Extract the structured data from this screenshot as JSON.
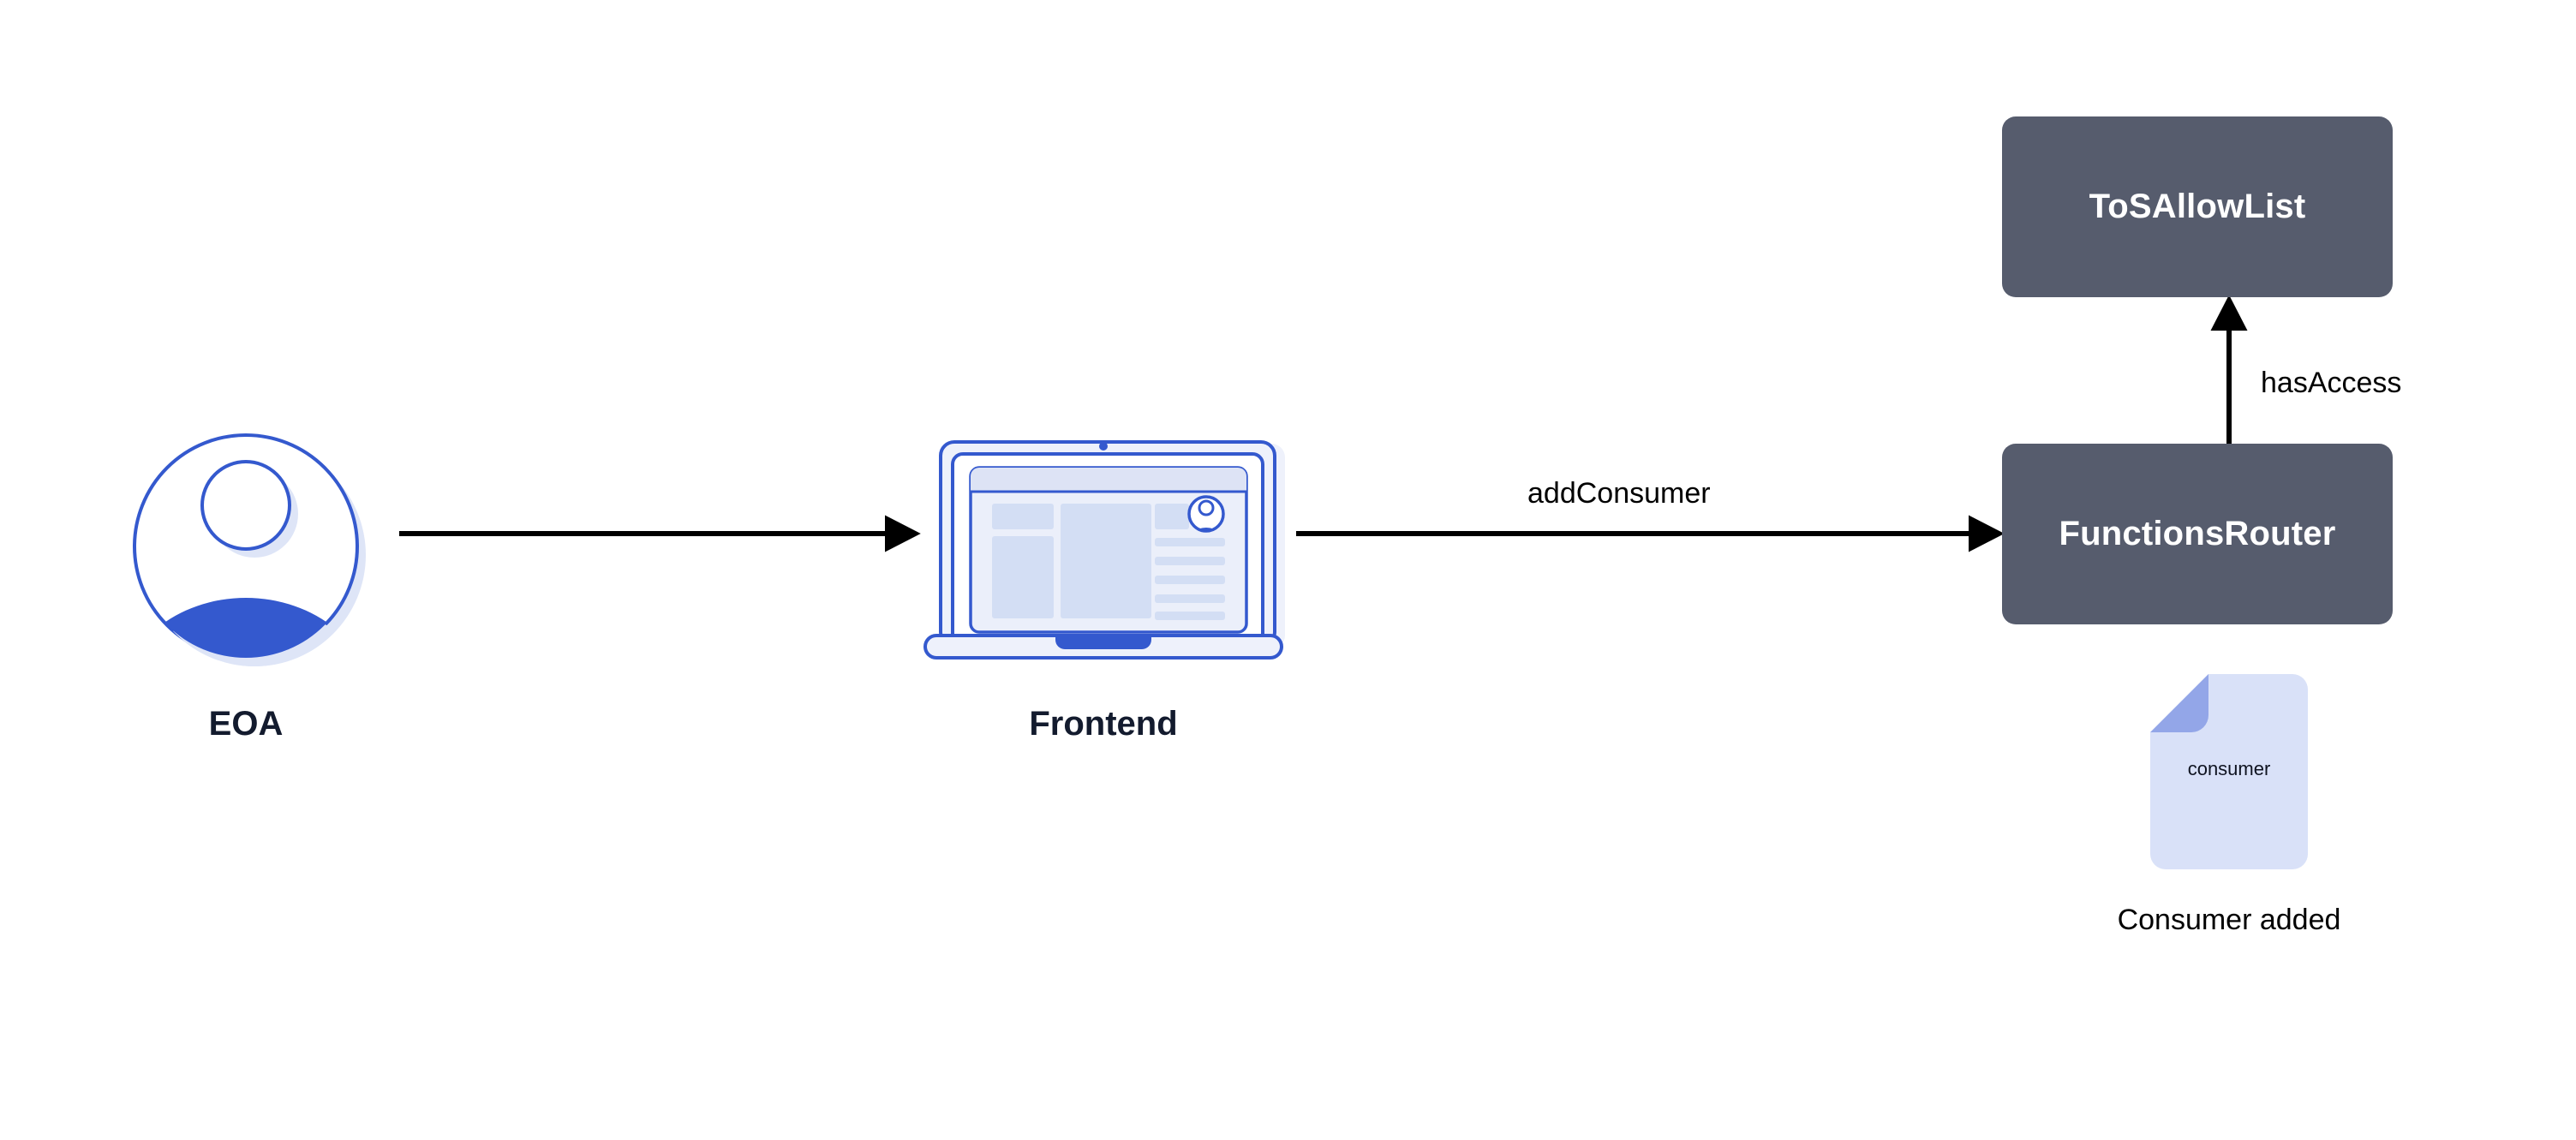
{
  "diagram": {
    "title": "Chainlink Functions addConsumer flow",
    "background_color": "#FFFFFF",
    "palette": {
      "node_fill": "#565C6D",
      "node_text": "#FFFFFF",
      "accent_blue": "#3459CE",
      "light_lavender": "#DEE5F7",
      "doc_body": "#D9E1F8",
      "doc_fold": "#93A6E8",
      "label_navy": "#131B2E",
      "arrow_black": "#000000",
      "screen_block": "#D3DEF4",
      "screen_bg": "#EBEFFA"
    }
  },
  "nodes": [
    {
      "id": "eoa",
      "kind": "actor",
      "label": "EOA",
      "icon": "user-avatar-icon"
    },
    {
      "id": "frontend",
      "kind": "component",
      "label": "Frontend",
      "icon": "laptop-icon"
    },
    {
      "id": "functions-router",
      "kind": "contract",
      "label": "FunctionsRouter",
      "fill": "#565C6D"
    },
    {
      "id": "tos-allowlist",
      "kind": "contract",
      "label": "ToSAllowList",
      "fill": "#565C6D"
    },
    {
      "id": "consumer-doc",
      "kind": "artifact",
      "label": "consumer",
      "caption": "Consumer added",
      "icon": "document-icon"
    }
  ],
  "edges": [
    {
      "id": "eoa-to-frontend",
      "from": "eoa",
      "to": "frontend",
      "label": "",
      "direction": "right",
      "style": "solid"
    },
    {
      "id": "frontend-to-router",
      "from": "frontend",
      "to": "functions-router",
      "label": "addConsumer",
      "direction": "right",
      "style": "solid"
    },
    {
      "id": "router-to-allowlist",
      "from": "functions-router",
      "to": "tos-allowlist",
      "label": "hasAccess",
      "direction": "up",
      "style": "solid"
    }
  ],
  "labels": {
    "eoa": "EOA",
    "frontend": "Frontend",
    "tos_allowlist": "ToSAllowList",
    "functions_router": "FunctionsRouter",
    "add_consumer": "addConsumer",
    "has_access": "hasAccess",
    "consumer_doc": "consumer",
    "consumer_added": "Consumer added"
  },
  "screen_mock": {
    "avatar": "user-avatar-icon",
    "text_line_count": 5
  }
}
